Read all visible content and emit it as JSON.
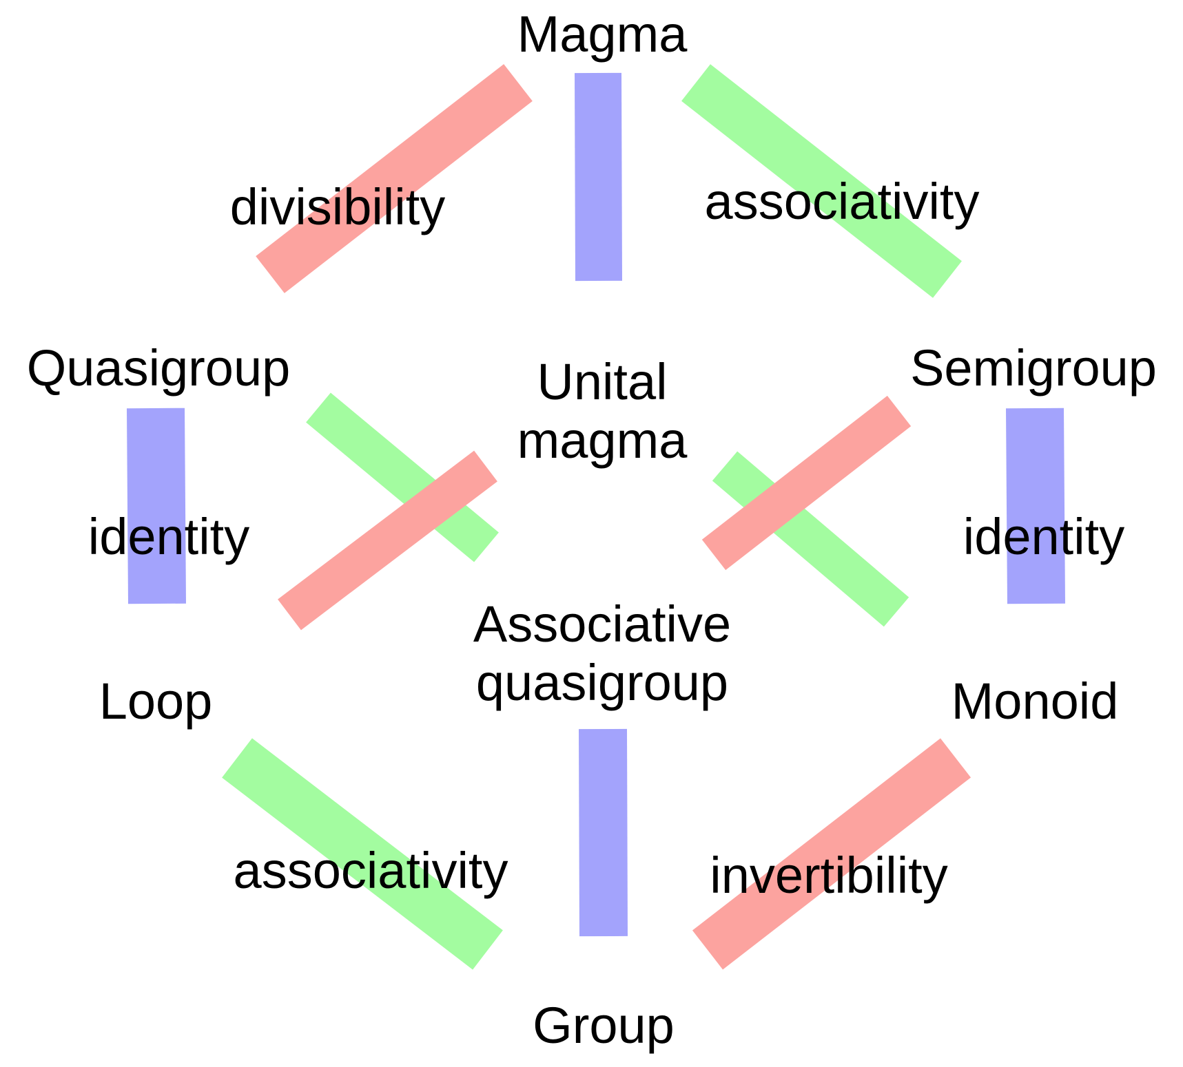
{
  "colors": {
    "divisibility": "#fca39f",
    "identity": "#a3a3fc",
    "associativity": "#a3fca0",
    "invertibility": "#fca39f"
  },
  "nodes": {
    "magma": "Magma",
    "quasigroup": "Quasigroup",
    "unital_magma_line1": "Unital",
    "unital_magma_line2": "magma",
    "semigroup": "Semigroup",
    "loop": "Loop",
    "associative_quasigroup_line1": "Associative",
    "associative_quasigroup_line2": "quasigroup",
    "monoid": "Monoid",
    "group": "Group"
  },
  "edges": [
    {
      "from": "Magma",
      "to": "Quasigroup",
      "property": "divisibility",
      "label": "divisibility"
    },
    {
      "from": "Magma",
      "to": "Unital magma",
      "property": "identity",
      "label": ""
    },
    {
      "from": "Magma",
      "to": "Semigroup",
      "property": "associativity",
      "label": "associativity"
    },
    {
      "from": "Quasigroup",
      "to": "Loop",
      "property": "identity",
      "label": "identity"
    },
    {
      "from": "Quasigroup",
      "to": "Associative quasigroup",
      "property": "associativity",
      "label": ""
    },
    {
      "from": "Unital magma",
      "to": "Loop",
      "property": "divisibility",
      "label": ""
    },
    {
      "from": "Unital magma",
      "to": "Monoid",
      "property": "associativity",
      "label": ""
    },
    {
      "from": "Semigroup",
      "to": "Associative quasigroup",
      "property": "divisibility",
      "label": ""
    },
    {
      "from": "Semigroup",
      "to": "Monoid",
      "property": "identity",
      "label": "identity"
    },
    {
      "from": "Loop",
      "to": "Group",
      "property": "associativity",
      "label": "associativity"
    },
    {
      "from": "Associative quasigroup",
      "to": "Group",
      "property": "identity",
      "label": ""
    },
    {
      "from": "Monoid",
      "to": "Group",
      "property": "invertibility",
      "label": "invertibility"
    }
  ]
}
